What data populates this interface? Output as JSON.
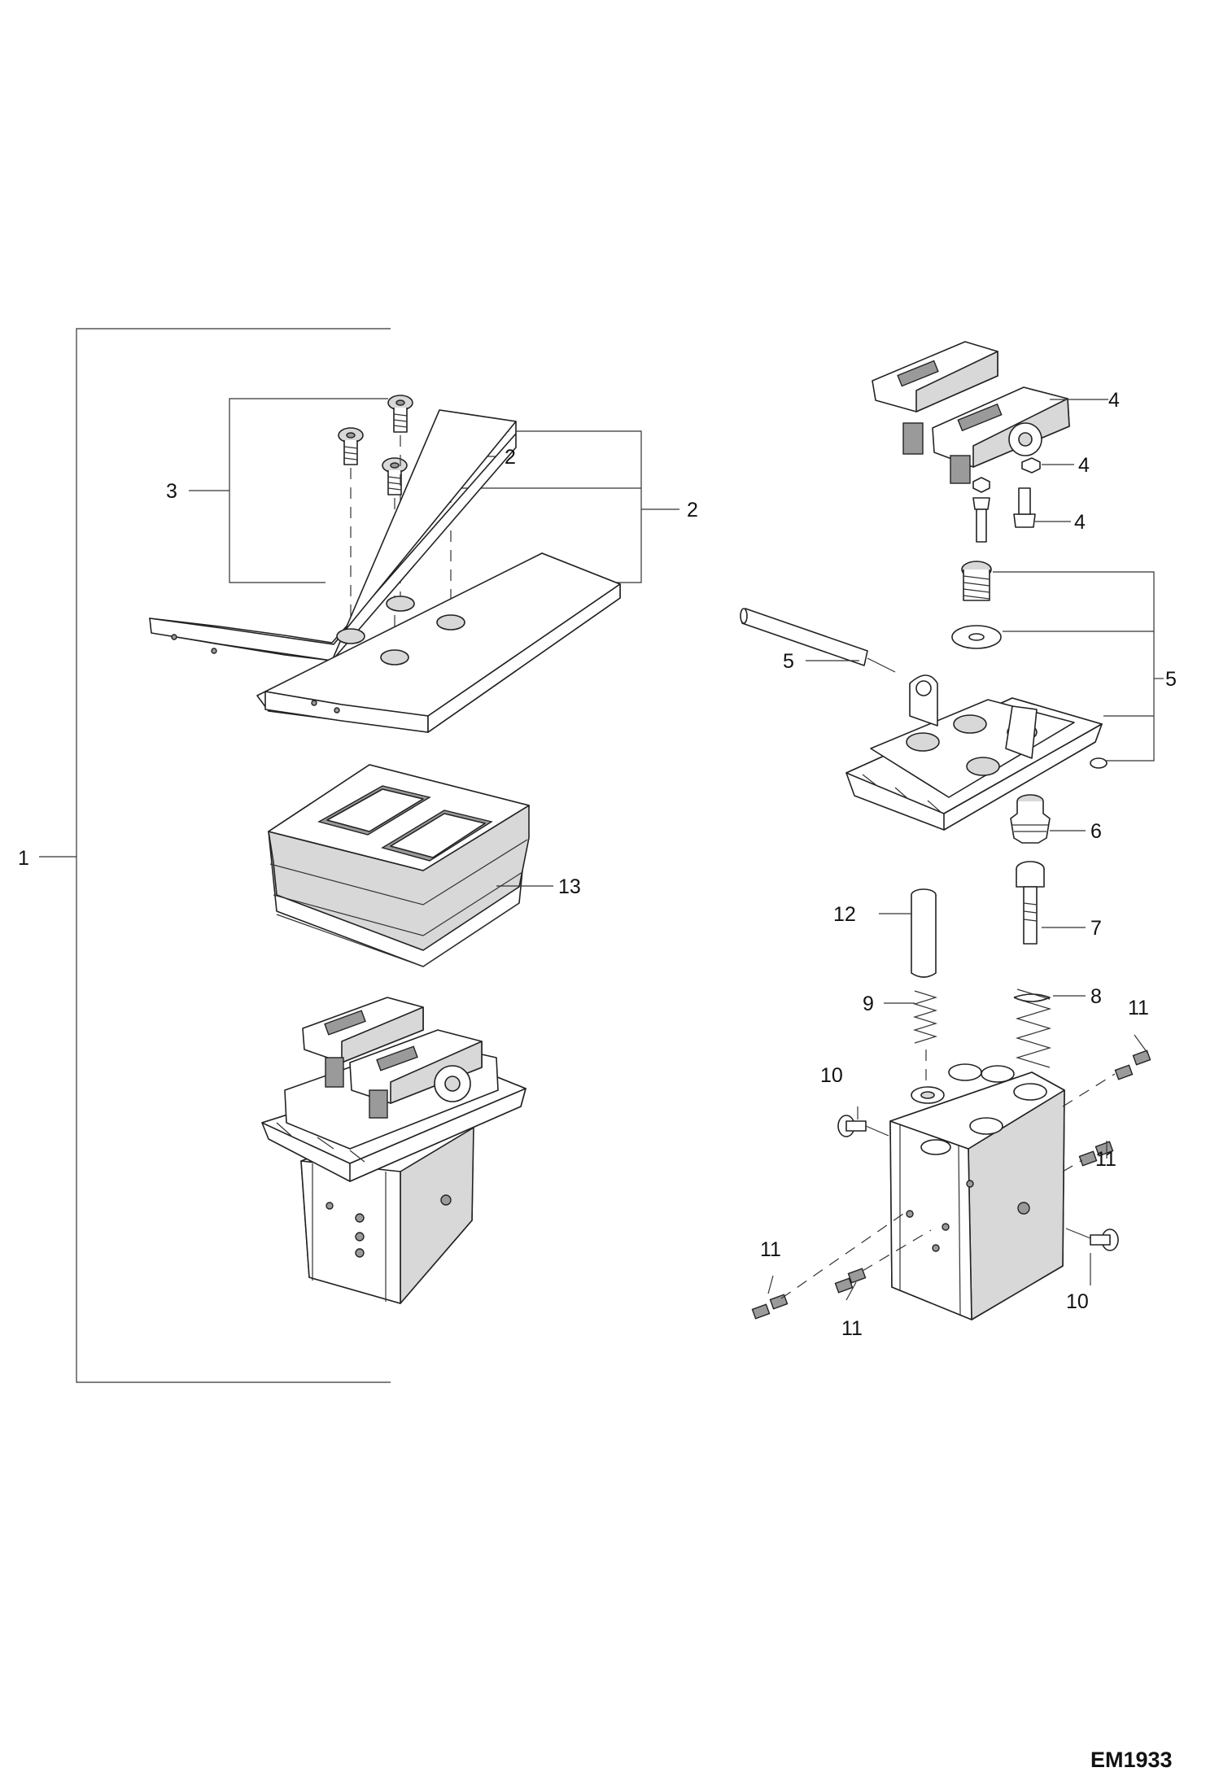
{
  "diagram": {
    "code": "EM1933",
    "callouts": {
      "c1": "1",
      "c2a": "2",
      "c2b": "2",
      "c3": "3",
      "c4a": "4",
      "c4b": "4",
      "c4c": "4",
      "c5a": "5",
      "c5b": "5",
      "c6": "6",
      "c7": "7",
      "c8": "8",
      "c9": "9",
      "c10a": "10",
      "c10b": "10",
      "c11a": "11",
      "c11b": "11",
      "c11c": "11",
      "c11d": "11",
      "c12": "12",
      "c13": "13"
    }
  }
}
